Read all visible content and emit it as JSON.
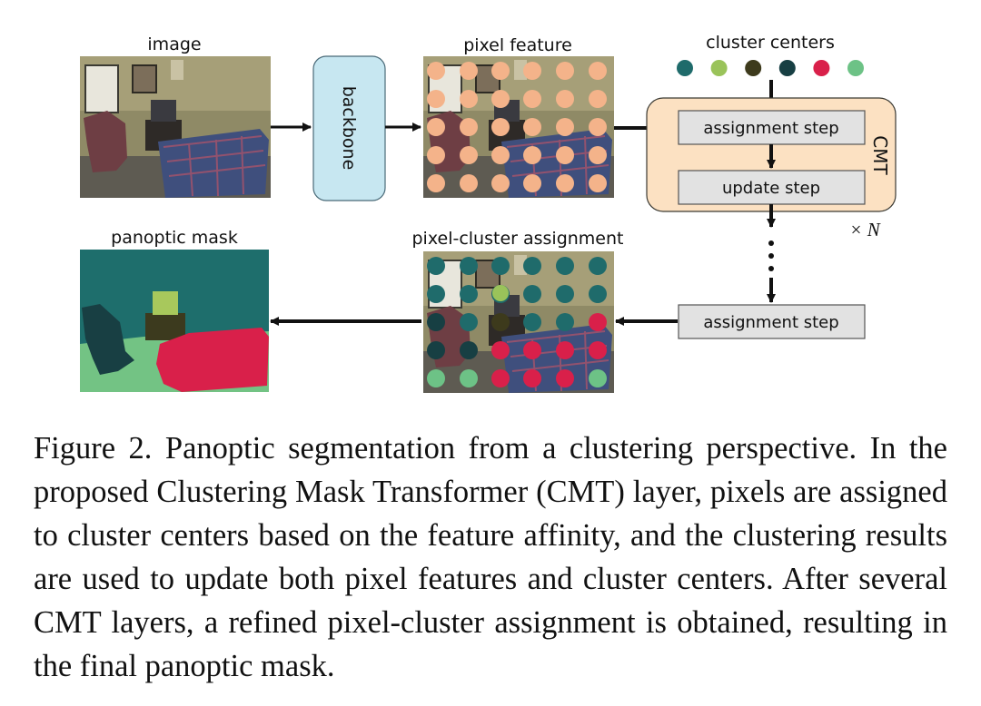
{
  "labels": {
    "image": "image",
    "backbone": "backbone",
    "pixel_feature": "pixel feature",
    "cluster_centers": "cluster centers",
    "assignment_step": "assignment step",
    "update_step": "update step",
    "cmt": "CMT",
    "times_n": "× N",
    "assignment_step_2": "assignment step",
    "pixel_cluster_assignment": "pixel-cluster assignment",
    "panoptic_mask": "panoptic mask"
  },
  "cluster_center_colors": [
    "#1f6b6b",
    "#9ac35a",
    "#3d3a1c",
    "#173f43",
    "#d9204a",
    "#6dc286"
  ],
  "pixel_feature_dot_color": "#f4b38a",
  "colors": {
    "cmt_fill": "#fce1c2",
    "step_fill": "#e2e2e2",
    "backbone_fill": "#c7e7f1",
    "mask_background": "#1e6e6c",
    "mask_floor": "#73c384",
    "mask_chair": "#183f43",
    "mask_sofa": "#d9204a",
    "mask_tv": "#a8c85c",
    "mask_table": "#3c3a1e"
  },
  "caption": {
    "text": "Figure 2. Panoptic segmentation from a clustering perspective. In the proposed Clustering Mask Transformer (CMT) layer, pixels are assigned to cluster centers based on the feature affinity, and the clustering results are used to update both pixel features and cluster centers. After several CMT layers, a refined pixel-cluster assignment is obtained, resulting in the final panoptic mask."
  }
}
